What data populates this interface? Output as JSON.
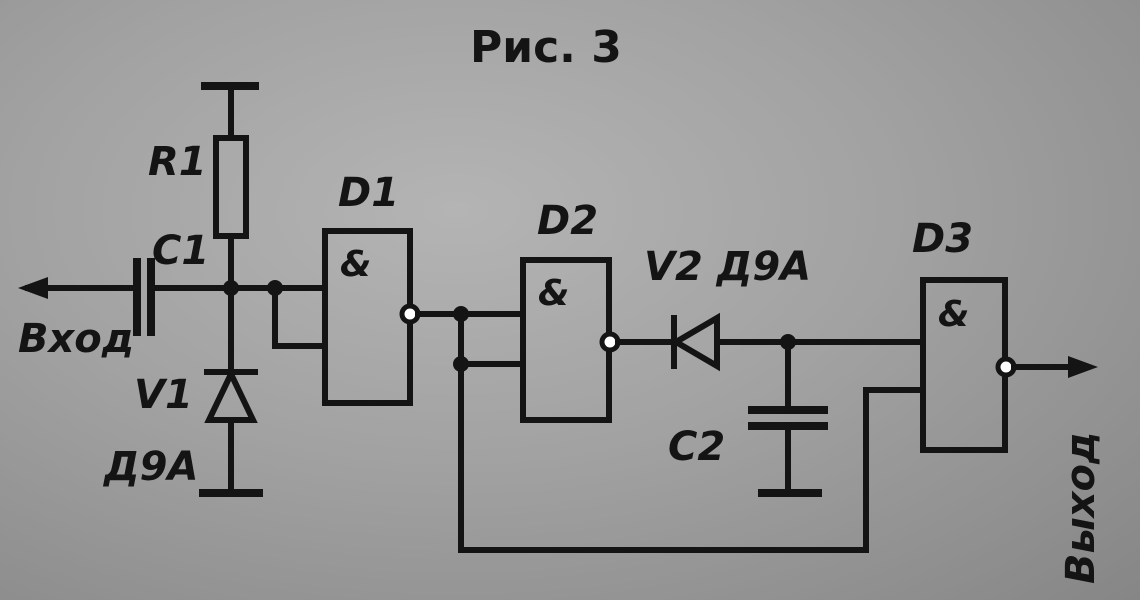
{
  "figure": {
    "title": "Рис. 3",
    "labels": {
      "r1": "R1",
      "c1": "C1",
      "v1": "V1",
      "v1_type": "Д9А",
      "d1": "D1",
      "d2": "D2",
      "v2": "V2 Д9А",
      "c2": "C2",
      "d3": "D3",
      "input": "Вход",
      "output": "Выход",
      "gate_symbol": "&"
    }
  }
}
